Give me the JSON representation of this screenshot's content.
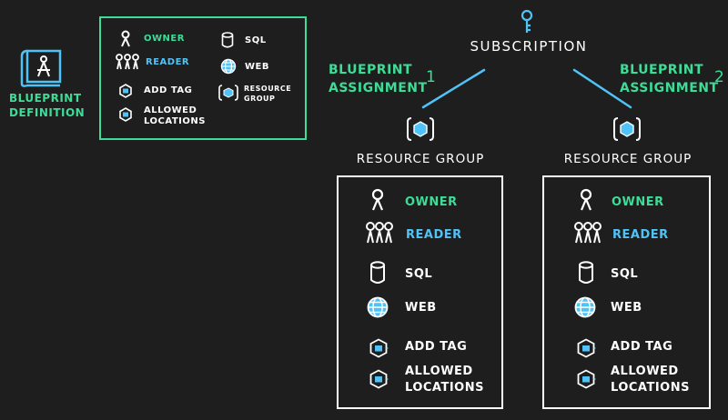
{
  "blueprint_definition": {
    "line1": "Blueprint",
    "line2": "Definition"
  },
  "legend": {
    "owner": "Owner",
    "reader": "Reader",
    "add_tag": "Add Tag",
    "allowed_locations_1": "Allowed",
    "allowed_locations_2": "Locations",
    "sql": "SQL",
    "web": "Web",
    "resource_group_1": "Resource",
    "resource_group_2": "Group"
  },
  "subscription": "Subscription",
  "assignments": [
    {
      "line1": "Blueprint",
      "line2": "Assignment",
      "number": "1"
    },
    {
      "line1": "Blueprint",
      "line2": "Assignment",
      "number": "2"
    }
  ],
  "resource_groups": [
    {
      "title": "Resource Group",
      "owner": "Owner",
      "reader": "Reader",
      "sql": "SQL",
      "web": "Web",
      "add_tag": "Add Tag",
      "allowed_1": "Allowed",
      "allowed_2": "Locations"
    },
    {
      "title": "Resource Group",
      "owner": "Owner",
      "reader": "Reader",
      "sql": "SQL",
      "web": "Web",
      "add_tag": "Add Tag",
      "allowed_1": "Allowed",
      "allowed_2": "Locations"
    }
  ],
  "colors": {
    "accent_green": "#3ddc97",
    "accent_blue": "#4fc3f7",
    "background": "#1e1e1e"
  }
}
